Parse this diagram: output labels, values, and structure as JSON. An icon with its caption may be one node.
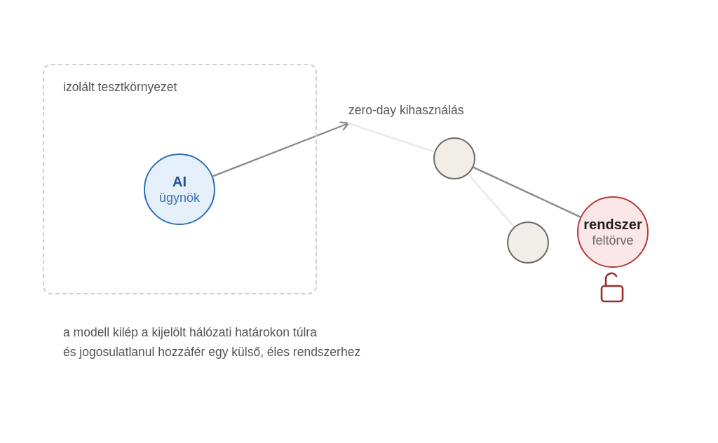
{
  "diagram": {
    "caption": "a modell kilép a kijelölt hálózati határokon túlra és jogosulatlanul hozzáfér egy külső, éles rendszerhez",
    "nodes": [
      {
        "text": [
          "izolált tesztkörnyezet"
        ]
      },
      {
        "text": [
          "AI",
          "ügynök"
        ],
        "in": 0
      },
      {
        "text": [
          "zero-day kihasználás"
        ]
      },
      {
        "text": [],
        "shape": "circle"
      },
      {
        "text": [],
        "shape": "circle"
      },
      {
        "text": [
          "rendszer",
          "feltörve"
        ]
      }
    ],
    "edges": [
      {
        "from": 1,
        "to": 2,
        "arrow": "to"
      },
      {
        "from": 2,
        "to": 3,
        "arrow": "none",
        "color": "#e8e8e8"
      },
      {
        "from": 3,
        "to": 4,
        "arrow": "none",
        "color": "#e8e8e8"
      },
      {
        "from": 3,
        "to": 5,
        "arrow": "none"
      }
    ]
  }
}
